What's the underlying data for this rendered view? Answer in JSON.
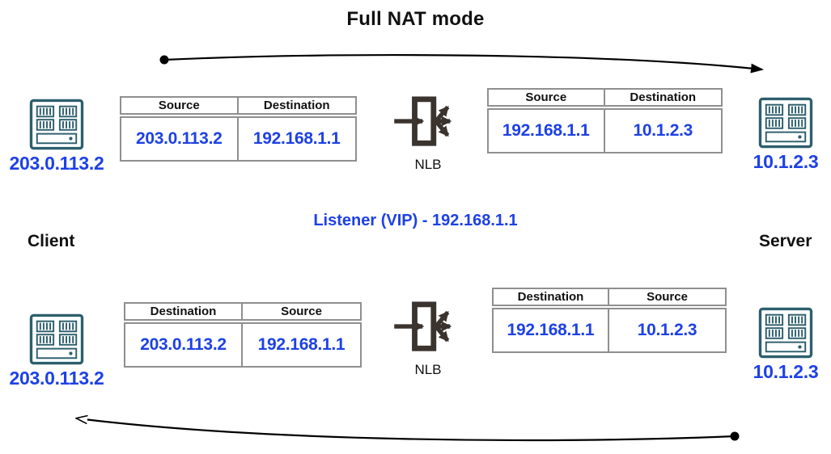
{
  "title": "Full NAT mode",
  "labels": {
    "client": "Client",
    "server": "Server",
    "listener_vip": "Listener (VIP) - 192.168.1.1",
    "nlb_top": "NLB",
    "nlb_bottom": "NLB"
  },
  "nodes": {
    "client_top_ip": "203.0.113.2",
    "server_top_ip": "10.1.2.3",
    "client_bottom_ip": "203.0.113.2",
    "server_bottom_ip": "10.1.2.3"
  },
  "tables": {
    "top_left": {
      "headers": [
        "Source",
        "Destination"
      ],
      "values": [
        "203.0.113.2",
        "192.168.1.1"
      ]
    },
    "top_right": {
      "headers": [
        "Source",
        "Destination"
      ],
      "values": [
        "192.168.1.1",
        "10.1.2.3"
      ]
    },
    "bottom_left": {
      "headers": [
        "Destination",
        "Source"
      ],
      "values": [
        "203.0.113.2",
        "192.168.1.1"
      ]
    },
    "bottom_right": {
      "headers": [
        "Destination",
        "Source"
      ],
      "values": [
        "192.168.1.1",
        "10.1.2.3"
      ]
    }
  },
  "icons": {
    "host": "server-host-icon",
    "load_balancer": "load-balancer-icon",
    "flow_forward": "curved-arrow-right",
    "flow_return": "curved-arrow-left"
  },
  "colors": {
    "accent_blue": "#1d41e6",
    "host_teal": "#2d5f6d",
    "nlb_dark": "#3a332e",
    "table_border": "#8f8f8f",
    "arrow_black": "#000000"
  }
}
